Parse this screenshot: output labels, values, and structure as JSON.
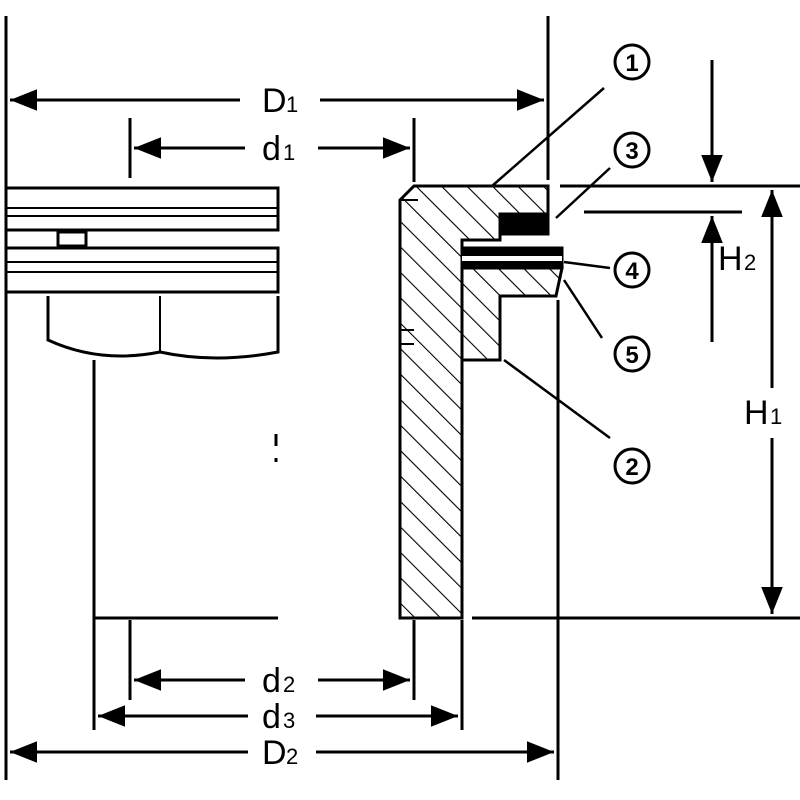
{
  "dimensions": {
    "D1": {
      "main": "D",
      "sub": "1"
    },
    "d1": {
      "main": "d",
      "sub": "1"
    },
    "d2": {
      "main": "d",
      "sub": "2"
    },
    "d3": {
      "main": "d",
      "sub": "3"
    },
    "D2": {
      "main": "D",
      "sub": "2"
    },
    "H1": {
      "main": "H",
      "sub": "1"
    },
    "H2": {
      "main": "H",
      "sub": "2"
    }
  },
  "callouts": [
    "1",
    "3",
    "4",
    "5",
    "2"
  ],
  "colors": {
    "line": "#000000",
    "background": "#ffffff",
    "seal": "#000000"
  }
}
